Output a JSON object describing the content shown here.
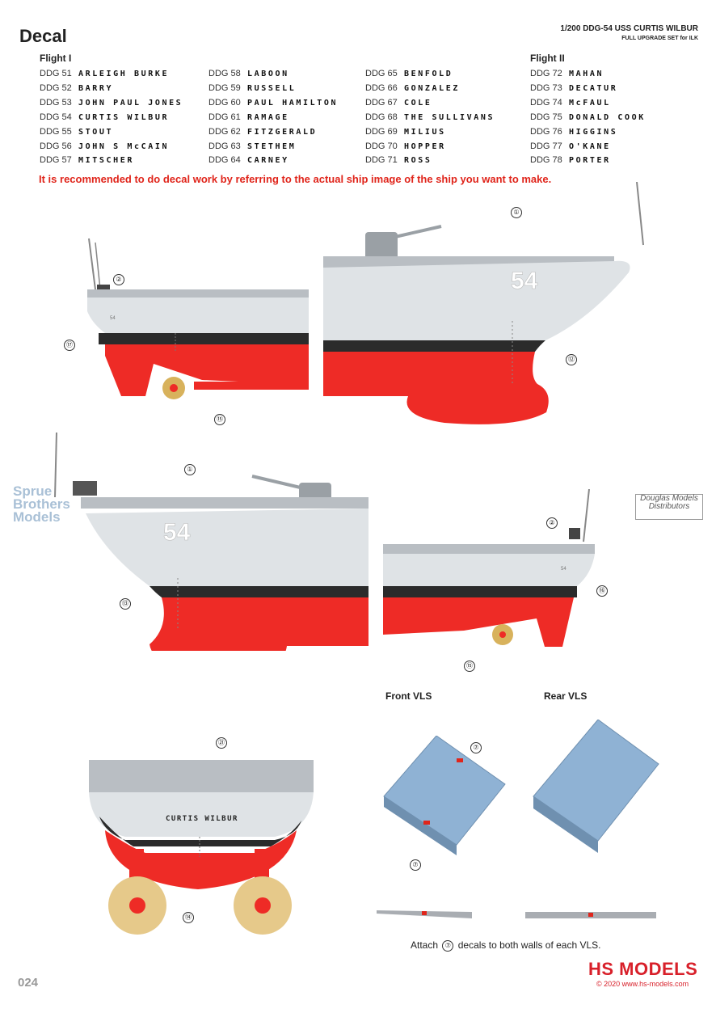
{
  "page": {
    "title": "Decal",
    "header_line1": "1/200 DDG-54 USS CURTIS WILBUR",
    "header_line2": "FULL UPGRADE SET for ILK",
    "page_number": "024"
  },
  "flights": {
    "flight1_label": "Flight I",
    "flight2_label": "Flight II",
    "col1": [
      {
        "ddg": "DDG 51",
        "name": "ARLEIGH BURKE"
      },
      {
        "ddg": "DDG 52",
        "name": "BARRY"
      },
      {
        "ddg": "DDG 53",
        "name": "JOHN PAUL JONES"
      },
      {
        "ddg": "DDG 54",
        "name": "CURTIS WILBUR"
      },
      {
        "ddg": "DDG 55",
        "name": "STOUT"
      },
      {
        "ddg": "DDG 56",
        "name": "JOHN S McCAIN"
      },
      {
        "ddg": "DDG 57",
        "name": "MITSCHER"
      }
    ],
    "col2": [
      {
        "ddg": "DDG 58",
        "name": "LABOON"
      },
      {
        "ddg": "DDG 59",
        "name": "RUSSELL"
      },
      {
        "ddg": "DDG 60",
        "name": "PAUL HAMILTON"
      },
      {
        "ddg": "DDG 61",
        "name": "RAMAGE"
      },
      {
        "ddg": "DDG 62",
        "name": "FITZGERALD"
      },
      {
        "ddg": "DDG 63",
        "name": "STETHEM"
      },
      {
        "ddg": "DDG 64",
        "name": "CARNEY"
      }
    ],
    "col3": [
      {
        "ddg": "DDG 65",
        "name": "BENFOLD"
      },
      {
        "ddg": "DDG 66",
        "name": "GONZALEZ"
      },
      {
        "ddg": "DDG 67",
        "name": "COLE"
      },
      {
        "ddg": "DDG 68",
        "name": "THE SULLIVANS"
      },
      {
        "ddg": "DDG 69",
        "name": "MILIUS"
      },
      {
        "ddg": "DDG 70",
        "name": "HOPPER"
      },
      {
        "ddg": "DDG 71",
        "name": "ROSS"
      }
    ],
    "col4": [
      {
        "ddg": "DDG 72",
        "name": "MAHAN"
      },
      {
        "ddg": "DDG 73",
        "name": "DECATUR"
      },
      {
        "ddg": "DDG 74",
        "name": "McFAUL"
      },
      {
        "ddg": "DDG 75",
        "name": "DONALD COOK"
      },
      {
        "ddg": "DDG 76",
        "name": "HIGGINS"
      },
      {
        "ddg": "DDG 77",
        "name": "O'KANE"
      },
      {
        "ddg": "DDG 78",
        "name": "PORTER"
      }
    ]
  },
  "notice": "It is recommended to do decal work by referring to the actual ship image of the ship you want to make.",
  "hull": {
    "hull_number": "54",
    "small_hull_number": "54",
    "stern_name": "CURTIS WILBUR"
  },
  "callouts": {
    "c1": "①",
    "c2": "②",
    "c7": "⑦",
    "c12": "⑫",
    "c13": "⑬",
    "c14": "⑭",
    "c15": "⑮",
    "c16": "⑯",
    "c17": "⑰",
    "c21": "㉑"
  },
  "vls": {
    "front_label": "Front VLS",
    "rear_label": "Rear VLS",
    "attach_text_before": "Attach",
    "attach_text_after": "decals to both walls of each VLS."
  },
  "branding": {
    "logo": "HS MODELS",
    "copyright": "© 2020 www.hs-models.com",
    "watermark_left": "Sprue Brothers Models",
    "watermark_right": "Douglas Models Distributors"
  },
  "colors": {
    "hull_gray": "#dfe3e6",
    "boot_black": "#2b2b2b",
    "bottom_red": "#ee2b26",
    "vls_blue": "#8fb2d4",
    "accent_red": "#e0251b"
  }
}
